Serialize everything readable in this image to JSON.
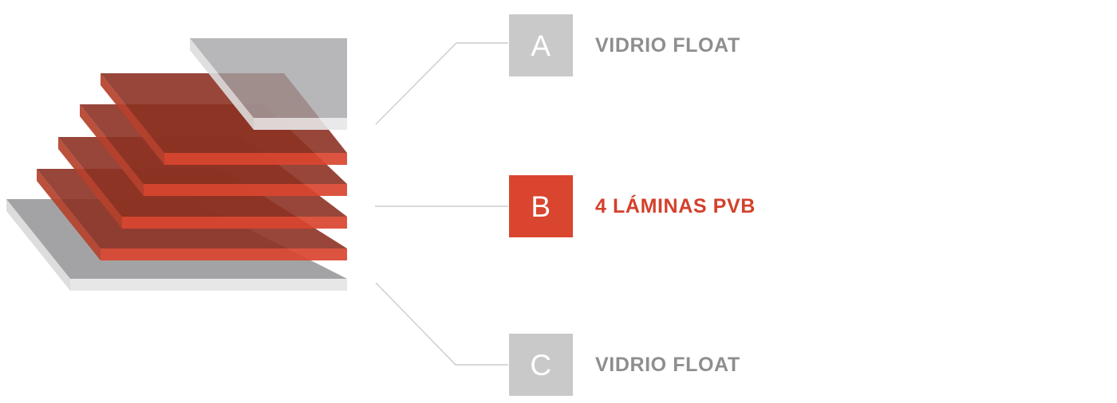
{
  "diagram": {
    "title_present": false,
    "background_color": "#ffffff",
    "legend": [
      {
        "key": "A",
        "label": "VIDRIO FLOAT",
        "badge_bg": "#c9c9c9",
        "badge_fg": "#ffffff",
        "label_color": "#8e8e8e",
        "leader": "elbow-up"
      },
      {
        "key": "B",
        "label": "4 LÁMINAS PVB",
        "badge_bg": "#d9452f",
        "badge_fg": "#ffffff",
        "label_color": "#d4402b",
        "leader": "straight"
      },
      {
        "key": "C",
        "label": "VIDRIO FLOAT",
        "badge_bg": "#c9c9c9",
        "badge_fg": "#ffffff",
        "label_color": "#8e8e8e",
        "leader": "elbow-down"
      }
    ],
    "stack": {
      "description": "Exploded isometric stack of laminated glass layers",
      "layers": [
        {
          "id": "glass-top",
          "type": "glass",
          "material": "VIDRIO FLOAT",
          "top_color": "#a0a0a2",
          "side_color": "#d8d8da",
          "front_color": "#e8e8e8"
        },
        {
          "id": "pvb-1",
          "type": "pvb",
          "material": "LÁMINA PVB",
          "top_color": "#8c3224",
          "side_color": "#b03c2a",
          "front_color": "#d9452f"
        },
        {
          "id": "pvb-2",
          "type": "pvb",
          "material": "LÁMINA PVB",
          "top_color": "#8c3224",
          "side_color": "#b03c2a",
          "front_color": "#d9452f"
        },
        {
          "id": "pvb-3",
          "type": "pvb",
          "material": "LÁMINA PVB",
          "top_color": "#8c3224",
          "side_color": "#b03c2a",
          "front_color": "#d9452f"
        },
        {
          "id": "pvb-4",
          "type": "pvb",
          "material": "LÁMINA PVB",
          "top_color": "#8c3224",
          "side_color": "#b03c2a",
          "front_color": "#d9452f"
        },
        {
          "id": "glass-bottom",
          "type": "glass",
          "material": "VIDRIO FLOAT",
          "top_color": "#a0a0a2",
          "side_color": "#d8d8da",
          "front_color": "#e8e8e8"
        }
      ],
      "pvb_layer_count": 4,
      "glass_layer_count": 2,
      "leader_line_color": "#cccccc"
    }
  }
}
